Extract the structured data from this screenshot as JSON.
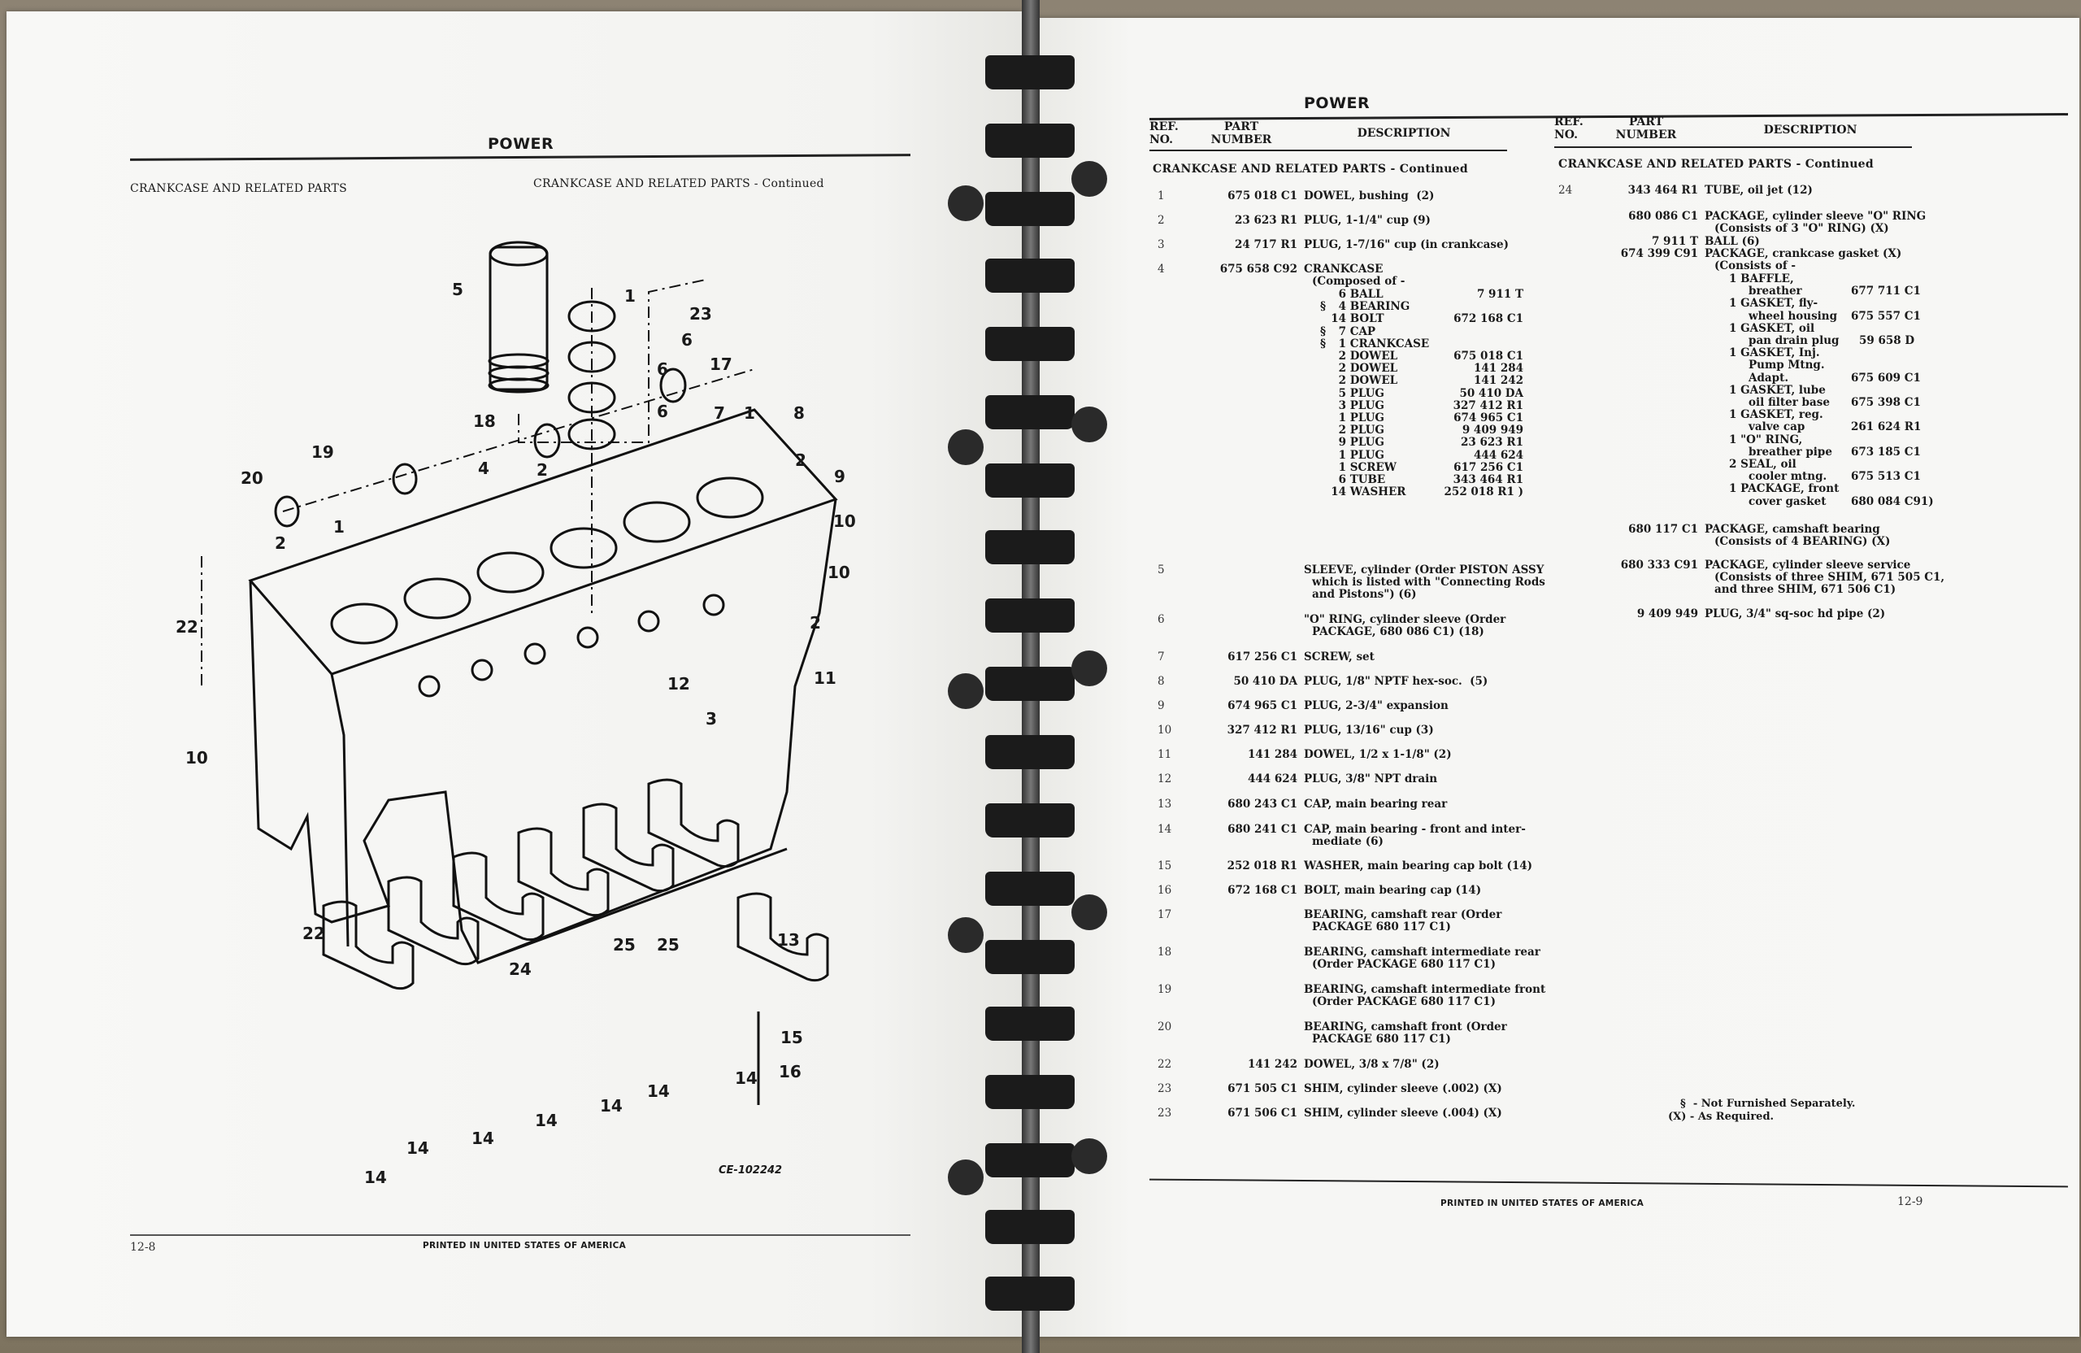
{
  "left_page": {
    "header": "POWER",
    "section_left": "CRANKCASE AND RELATED PARTS",
    "section_right": "CRANKCASE AND RELATED PARTS - Continued",
    "diagram": {
      "name": "Crankcase exploded view",
      "id_label": "CE-102242",
      "callouts": [
        "5",
        "1",
        "23",
        "6",
        "6",
        "17",
        "6",
        "18",
        "7",
        "1",
        "8",
        "19",
        "20",
        "4",
        "2",
        "2",
        "9",
        "2",
        "1",
        "10",
        "10",
        "22",
        "2",
        "11",
        "12",
        "3",
        "10",
        "22",
        "25",
        "25",
        "24",
        "13",
        "15",
        "16",
        "14",
        "14",
        "14",
        "14",
        "14",
        "14",
        "14"
      ]
    },
    "footer": "PRINTED IN UNITED STATES OF AMERICA",
    "page_number": "12-8"
  },
  "right_page": {
    "header": "POWER",
    "columns": {
      "ref": "REF. NO.",
      "ref_l1": "REF.",
      "ref_l2": "NO.",
      "part_l1": "PART",
      "part_l2": "NUMBER",
      "desc": "DESCRIPTION"
    },
    "section_title": "CRANKCASE AND RELATED PARTS",
    "section_suffix": "- Continued",
    "left_column": [
      {
        "ref": "1",
        "part": "675 018 C1",
        "desc": "DOWEL, bushing  (2)"
      },
      {
        "ref": "2",
        "part": "23 623 R1",
        "desc": "PLUG, 1-1/4\" cup (9)"
      },
      {
        "ref": "3",
        "part": "24 717 R1",
        "desc": "PLUG, 1-7/16\" cup (in crankcase)"
      },
      {
        "ref": "4",
        "part": "675 658 C92",
        "desc": "CRANKCASE",
        "desc2": "(Composed of -",
        "components": [
          {
            "mark": "",
            "qty": "6",
            "name": "BALL",
            "part": "7 911 T"
          },
          {
            "mark": "§",
            "qty": "4",
            "name": "BEARING",
            "part": ""
          },
          {
            "mark": "",
            "qty": "14",
            "name": "BOLT",
            "part": "672 168 C1"
          },
          {
            "mark": "§",
            "qty": "7",
            "name": "CAP",
            "part": ""
          },
          {
            "mark": "§",
            "qty": "1",
            "name": "CRANKCASE",
            "part": ""
          },
          {
            "mark": "",
            "qty": "2",
            "name": "DOWEL",
            "part": "675 018 C1"
          },
          {
            "mark": "",
            "qty": "2",
            "name": "DOWEL",
            "part": "141 284"
          },
          {
            "mark": "",
            "qty": "2",
            "name": "DOWEL",
            "part": "141 242"
          },
          {
            "mark": "",
            "qty": "5",
            "name": "PLUG",
            "part": "50 410 DA"
          },
          {
            "mark": "",
            "qty": "3",
            "name": "PLUG",
            "part": "327 412 R1"
          },
          {
            "mark": "",
            "qty": "1",
            "name": "PLUG",
            "part": "674 965 C1"
          },
          {
            "mark": "",
            "qty": "2",
            "name": "PLUG",
            "part": "9 409 949"
          },
          {
            "mark": "",
            "qty": "9",
            "name": "PLUG",
            "part": "23 623 R1"
          },
          {
            "mark": "",
            "qty": "1",
            "name": "PLUG",
            "part": "444 624"
          },
          {
            "mark": "",
            "qty": "1",
            "name": "SCREW",
            "part": "617 256 C1"
          },
          {
            "mark": "",
            "qty": "6",
            "name": "TUBE",
            "part": "343 464 R1"
          },
          {
            "mark": "",
            "qty": "14",
            "name": "WASHER",
            "part": "252 018 R1 )"
          }
        ]
      },
      {
        "ref": "5",
        "part": "",
        "desc": "SLEEVE, cylinder (Order PISTON ASSY",
        "desc2": "which is listed with \"Connecting Rods",
        "desc3": "and Pistons\") (6)"
      },
      {
        "ref": "6",
        "part": "",
        "desc": "\"O\" RING, cylinder sleeve (Order",
        "desc2": "PACKAGE, 680 086 C1) (18)"
      },
      {
        "ref": "7",
        "part": "617 256 C1",
        "desc": "SCREW, set"
      },
      {
        "ref": "8",
        "part": "50 410 DA",
        "desc": "PLUG, 1/8\" NPTF hex-soc.  (5)"
      },
      {
        "ref": "9",
        "part": "674 965 C1",
        "desc": "PLUG, 2-3/4\" expansion"
      },
      {
        "ref": "10",
        "part": "327 412 R1",
        "desc": "PLUG, 13/16\" cup (3)"
      },
      {
        "ref": "11",
        "part": "141 284",
        "desc": "DOWEL, 1/2 x 1-1/8\" (2)"
      },
      {
        "ref": "12",
        "part": "444 624",
        "desc": "PLUG, 3/8\" NPT drain"
      },
      {
        "ref": "13",
        "part": "680 243 C1",
        "desc": "CAP, main bearing rear"
      },
      {
        "ref": "14",
        "part": "680 241 C1",
        "desc": "CAP, main bearing - front and inter-",
        "desc2": "mediate (6)"
      },
      {
        "ref": "15",
        "part": "252 018 R1",
        "desc": "WASHER, main bearing cap bolt (14)"
      },
      {
        "ref": "16",
        "part": "672 168 C1",
        "desc": "BOLT, main bearing cap (14)"
      },
      {
        "ref": "17",
        "part": "",
        "desc": "BEARING, camshaft rear (Order",
        "desc2": "PACKAGE 680 117 C1)"
      },
      {
        "ref": "18",
        "part": "",
        "desc": "BEARING, camshaft intermediate rear",
        "desc2": "(Order PACKAGE 680 117 C1)"
      },
      {
        "ref": "19",
        "part": "",
        "desc": "BEARING, camshaft intermediate front",
        "desc2": "(Order PACKAGE 680 117 C1)"
      },
      {
        "ref": "20",
        "part": "",
        "desc": "BEARING, camshaft front (Order",
        "desc2": "PACKAGE 680 117 C1)"
      },
      {
        "ref": "22",
        "part": "141 242",
        "desc": "DOWEL, 3/8 x 7/8\" (2)"
      },
      {
        "ref": "23",
        "part": "671 505 C1",
        "desc": "SHIM, cylinder sleeve (.002) (X)"
      },
      {
        "ref": "23",
        "part": "671 506 C1",
        "desc": "SHIM, cylinder sleeve (.004) (X)"
      }
    ],
    "right_column": [
      {
        "ref": "24",
        "part": "343 464 R1",
        "desc": "TUBE, oil jet (12)"
      },
      {
        "ref": "",
        "part": "680 086 C1",
        "desc": "PACKAGE, cylinder sleeve \"O\" RING",
        "desc2": "(Consists of 3 \"O\" RING) (X)"
      },
      {
        "ref": "",
        "part": "7 911 T",
        "desc": "BALL (6)"
      },
      {
        "ref": "",
        "part": "674 399 C91",
        "desc": "PACKAGE, crankcase gasket (X)",
        "desc2": "(Consists of -",
        "components": [
          {
            "qty": "1",
            "name": "BAFFLE,",
            "name2": "breather",
            "part": "677 711 C1"
          },
          {
            "qty": "1",
            "name": "GASKET, fly-",
            "name2": "wheel housing",
            "part": "675 557 C1"
          },
          {
            "qty": "1",
            "name": "GASKET, oil",
            "name2": "pan drain plug",
            "part": "59 658 D"
          },
          {
            "qty": "1",
            "name": "GASKET, Inj.",
            "name2": "Pump Mtng.",
            "name3": "Adapt.",
            "part": "675 609 C1"
          },
          {
            "qty": "1",
            "name": "GASKET, lube",
            "name2": "oil filter base",
            "part": "675 398 C1"
          },
          {
            "qty": "1",
            "name": "GASKET, reg.",
            "name2": "valve cap",
            "part": "261 624 R1"
          },
          {
            "qty": "1",
            "name": "\"O\" RING,",
            "name2": "breather pipe",
            "part": "673 185 C1"
          },
          {
            "qty": "2",
            "name": "SEAL, oil",
            "name2": "cooler mtng.",
            "part": "675 513 C1"
          },
          {
            "qty": "1",
            "name": "PACKAGE, front",
            "name2": "cover gasket",
            "part": "680 084 C91)"
          }
        ]
      },
      {
        "ref": "",
        "part": "680 117 C1",
        "desc": "PACKAGE, camshaft bearing",
        "desc2": "(Consists of 4 BEARING) (X)"
      },
      {
        "ref": "",
        "part": "680 333 C91",
        "desc": "PACKAGE, cylinder sleeve service",
        "desc2": "(Consists of three SHIM, 671 505 C1,",
        "desc3": "and three SHIM, 671 506 C1)"
      },
      {
        "ref": "",
        "part": "9 409 949",
        "desc": "PLUG, 3/4\" sq-soc hd pipe (2)"
      }
    ],
    "legend": {
      "line1": "§  - Not Furnished Separately.",
      "line2": "(X) - As Required."
    },
    "footer": "PRINTED IN UNITED STATES OF AMERICA",
    "page_number": "12-9"
  }
}
